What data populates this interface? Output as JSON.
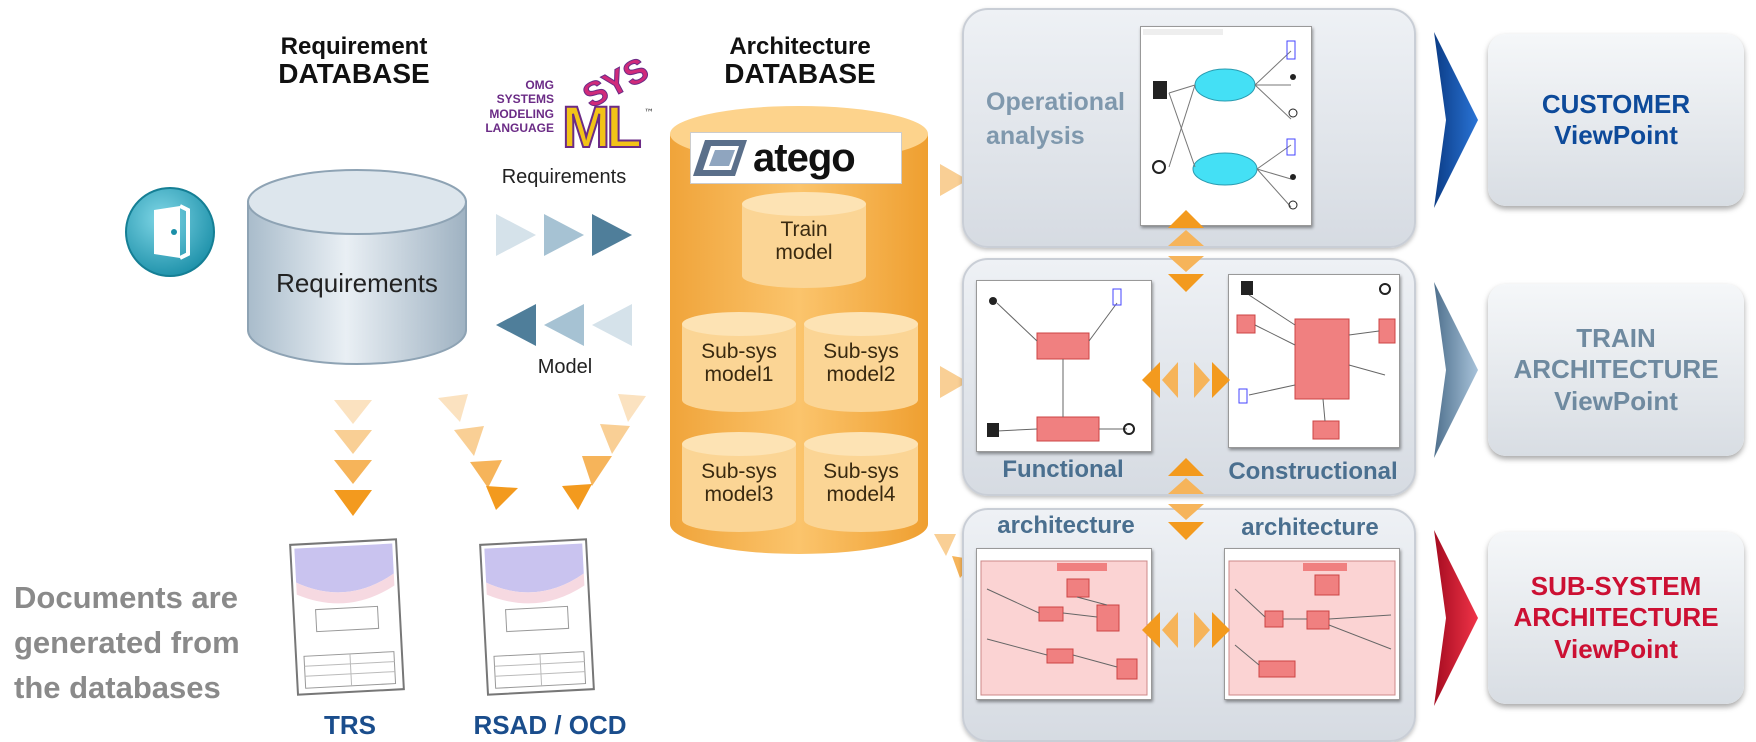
{
  "requirement_db": {
    "line1": "Requirement",
    "line2": "DATABASE",
    "cylinder_label": "Requirements"
  },
  "architecture_db": {
    "line1": "Architecture",
    "line2": "DATABASE",
    "logo_text": "atego"
  },
  "sysml_logo": {
    "omg_text": [
      "OMG",
      "SYSTEMS",
      "MODELING",
      "LANGUAGE"
    ],
    "sys": "SYS",
    "ml": "ML",
    "tm": "™"
  },
  "flow_labels": {
    "requirements": "Requirements",
    "model": "Model"
  },
  "models": {
    "train": {
      "l1": "Train",
      "l2": "model"
    },
    "subsys": [
      {
        "l1": "Sub-sys",
        "l2": "model1"
      },
      {
        "l1": "Sub-sys",
        "l2": "model2"
      },
      {
        "l1": "Sub-sys",
        "l2": "model3"
      },
      {
        "l1": "Sub-sys",
        "l2": "model4"
      }
    ]
  },
  "panels": {
    "operational": {
      "l1": "Operational",
      "l2": "analysis"
    },
    "functional": "Functional",
    "constructional": "Constructional",
    "arch_left": "architecture",
    "arch_right": "architecture"
  },
  "viewpoints": {
    "customer": {
      "lines": [
        "CUSTOMER",
        "ViewPoint"
      ],
      "color": "#0d4a9a",
      "arrow_color": "#1a5bb8"
    },
    "train": {
      "lines": [
        "TRAIN",
        "ARCHITECTURE",
        "ViewPoint"
      ],
      "color": "#6f8aa0",
      "arrow_color": "#6f8fae"
    },
    "subsystem": {
      "lines": [
        "SUB-SYSTEM",
        "ARCHITECTURE",
        "ViewPoint"
      ],
      "color": "#cc1033",
      "arrow_color": "#d01530"
    }
  },
  "documents_text": [
    "Documents are",
    "generated from",
    "the databases"
  ],
  "doc_labels": {
    "trs": "TRS",
    "rsad": "RSAD / OCD"
  },
  "colors": {
    "orange": "#f39a1e",
    "light_orange": "#f7c98a",
    "steel_blue": "#4f7e9a",
    "pink_box": "#f08080"
  }
}
